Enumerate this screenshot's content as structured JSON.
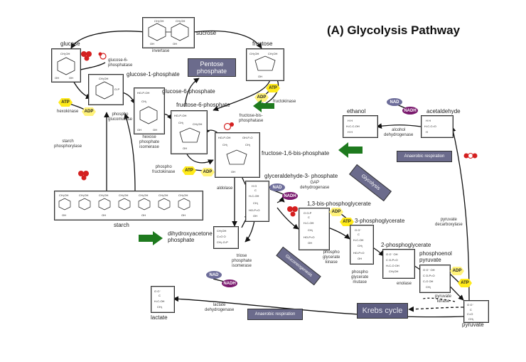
{
  "title": "(A) Glycolysis Pathway",
  "molecules": {
    "sucrose": "sucrose",
    "glucose": "glucose",
    "fructose": "fructose",
    "glucose_1_phosphate": "glucose-1-phosphate",
    "glucose_6_phosphate": "glucose-6-phosphate",
    "fructose_6_phosphate": "fructose-6-phosphate",
    "fructose_16_bisphosphate": "fructose-1,6-bis-phosphate",
    "starch": "starch",
    "dihydroxyacetone_phosphate": "dihydroxyacetone\nphosphate",
    "glyceraldehyde_3_phosphate": "glyceraldehyde-3- phosphate",
    "bisphosphoglycerate_13": "1,3-bis-phosphoglycerate",
    "phosphoglycerate_3": "3-phosphoglycerate",
    "phosphoglycerate_2": "2-phosphoglycerate",
    "phosphoenol_pyruvate": "phosphoenol\npyruvate",
    "pyruvate": "pyruvate",
    "lactate": "lactate",
    "ethanol": "ethanol",
    "acetaldehyde": "acetaldehyde"
  },
  "enzymes": {
    "invertase": "invertase",
    "glucose_6_phosphatase": "glucose-6-\nphosphatase",
    "hexokinase": "hexokinase",
    "phosphoglucomutase": "phospho\nglucomutase",
    "starch_phosphorylase": "starch\nphosphorylase",
    "hexose_phosphate_isomerase": "hexose\nphosphate\nisomerase",
    "fructokinase": "fructokinase",
    "fructose_bisphosphatase": "fructose-bis-\nphosphatase",
    "phosphofructokinase": "phospho\nfructokinase",
    "aldolase": "aldolase",
    "gap_dehydrogenase": "GAP\ndehydrogenase",
    "triose_phosphate_isomerase": "triose\nphosphate\nisomerase",
    "phosphoglycerate_kinase": "phospho\nglycerate\nkinase",
    "phosphoglycerate_mutase": "phospho\nglycerate\nmutase",
    "enolase": "enolase",
    "pyruvate_kinase": "pyruvate\nkinase",
    "pyruvate_decarboxylase": "pyruvate\ndecarboxylase",
    "alcohol_dehydrogenase": "alcohol\ndehydrogenase",
    "lactate_dehydrogenase": "lactate\ndehydrogenase"
  },
  "processes": {
    "pentose_phosphate": "Pentose\nphosphate",
    "krebs_cycle": "Krebs cycle",
    "anaerobic_top": "Anaerobic respiration",
    "anaerobic_bottom": "Anaerobic respiration",
    "glycolysis": "Glycolysis",
    "gluconeogenesis": "Gluconeogenesis"
  },
  "cofactors": {
    "atp": "ATP",
    "adp": "ADP",
    "nad": "NAD",
    "nadh": "NADH"
  },
  "colors": {
    "atp": "#ffea1a",
    "adp": "#fff27a",
    "nad": "#6d6d9a",
    "nadh": "#7a1a6e",
    "process_box": "#6b6b8c",
    "green_arrow": "#1e7a1e",
    "phosphate_red": "#d42020"
  }
}
